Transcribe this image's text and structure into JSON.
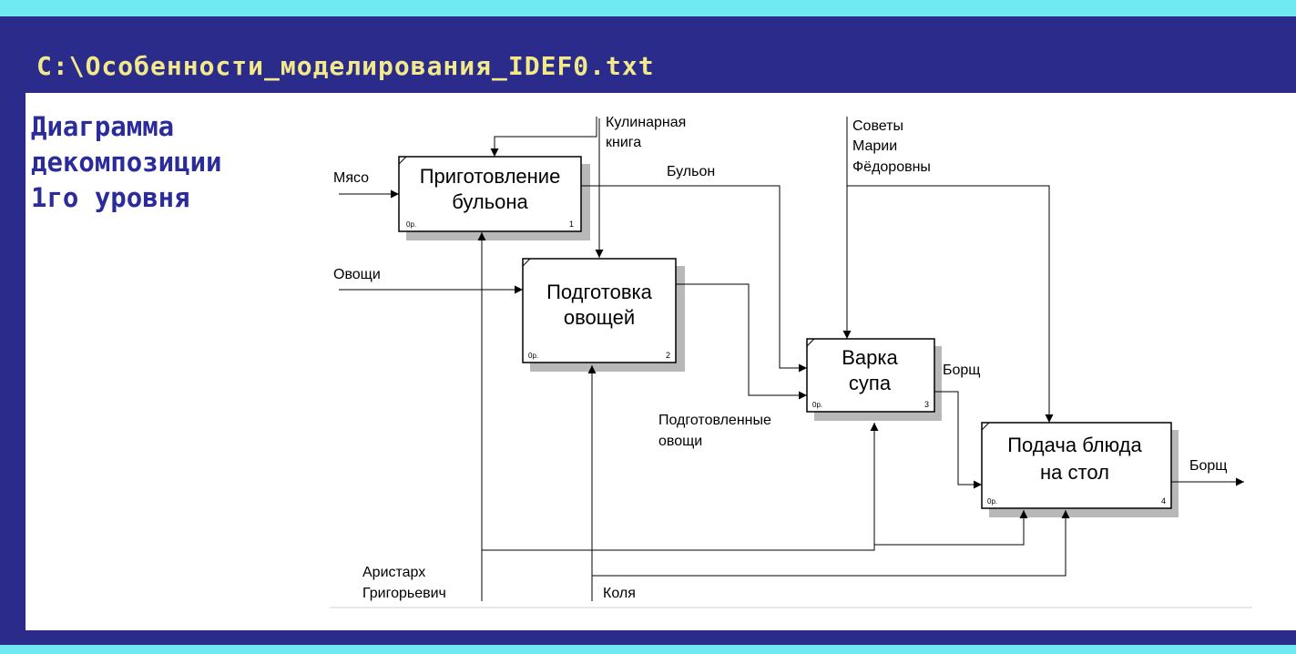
{
  "window": {
    "title": "C:\\Особенности_моделирования_IDEF0.txt"
  },
  "slide": {
    "subtitle_lines": [
      "Диаграмма",
      "декомпозиции",
      "1го уровня"
    ]
  },
  "diagram": {
    "boxes": [
      {
        "lines": [
          "Приготовление",
          "бульона"
        ],
        "corner": "0р.",
        "number": "1"
      },
      {
        "lines": [
          "Подготовка",
          "овощей"
        ],
        "corner": "0р.",
        "number": "2"
      },
      {
        "lines": [
          "Варка",
          "супа"
        ],
        "corner": "0р.",
        "number": "3"
      },
      {
        "lines": [
          "Подача блюда",
          "на стол"
        ],
        "corner": "0р.",
        "number": "4"
      }
    ],
    "labels": {
      "meat": "Мясо",
      "vegetables": "Овощи",
      "cookbook": [
        "Кулинарная",
        "книга"
      ],
      "broth": "Бульон",
      "advice": [
        "Советы",
        "Марии",
        "Фёдоровны"
      ],
      "prepared_vegetables": [
        "Подготовленные",
        "овощи"
      ],
      "borsch_mid": "Борщ",
      "borsch_out": "Борщ",
      "aristarkh": [
        "Аристарх",
        "Григорьевич"
      ],
      "kolya": "Коля"
    },
    "colors": {
      "shadow": "#b8b8b8",
      "line": "#000000"
    }
  }
}
